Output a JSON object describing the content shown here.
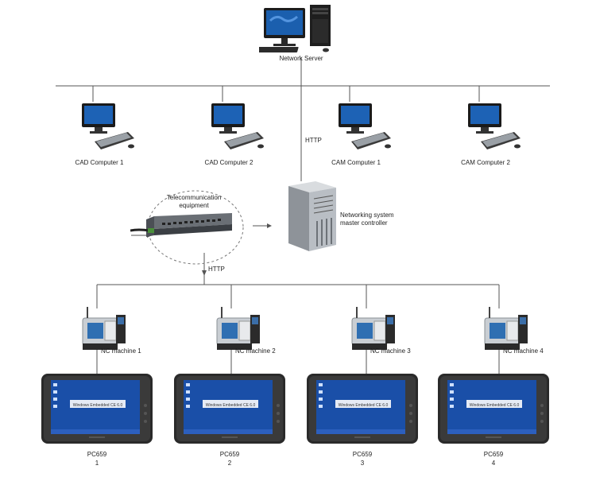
{
  "server": {
    "label": "Network Server",
    "icon": "server-workstation-icon"
  },
  "http_top": "HTTP",
  "http_mid": "HTTP",
  "computers": [
    {
      "label": "CAD Computer 1",
      "icon": "desktop-computer-icon"
    },
    {
      "label": "CAD Computer 2",
      "icon": "desktop-computer-icon"
    },
    {
      "label": "CAM Computer 1",
      "icon": "desktop-computer-icon"
    },
    {
      "label": "CAM Computer 2",
      "icon": "desktop-computer-icon"
    }
  ],
  "telecom": {
    "label": "Telecommunication\nequipment",
    "icon": "network-switch-icon"
  },
  "controller": {
    "label": "Networking system\nmaster controller",
    "icon": "tower-server-icon"
  },
  "machines": [
    {
      "label": "NC machine 1",
      "icon": "cnc-machine-icon"
    },
    {
      "label": "NC machine 2",
      "icon": "cnc-machine-icon"
    },
    {
      "label": "NC machine 3",
      "icon": "cnc-machine-icon"
    },
    {
      "label": "NC machine 4",
      "icon": "cnc-machine-icon"
    }
  ],
  "tablets": [
    {
      "model": "PC659",
      "number": "1",
      "screen_text": "Windows Embedded CE 6.0",
      "icon": "industrial-tablet-icon"
    },
    {
      "model": "PC659",
      "number": "2",
      "screen_text": "Windows Embedded CE 6.0",
      "icon": "industrial-tablet-icon"
    },
    {
      "model": "PC659",
      "number": "3",
      "screen_text": "Windows Embedded CE 6.0",
      "icon": "industrial-tablet-icon"
    },
    {
      "model": "PC659",
      "number": "4",
      "screen_text": "Windows Embedded CE 6.0",
      "icon": "industrial-tablet-icon"
    }
  ],
  "colors": {
    "line": "#555555",
    "screen_blue": "#1a4fa8",
    "device_dark": "#2a2a2a",
    "machine_gray": "#c9ced3"
  }
}
